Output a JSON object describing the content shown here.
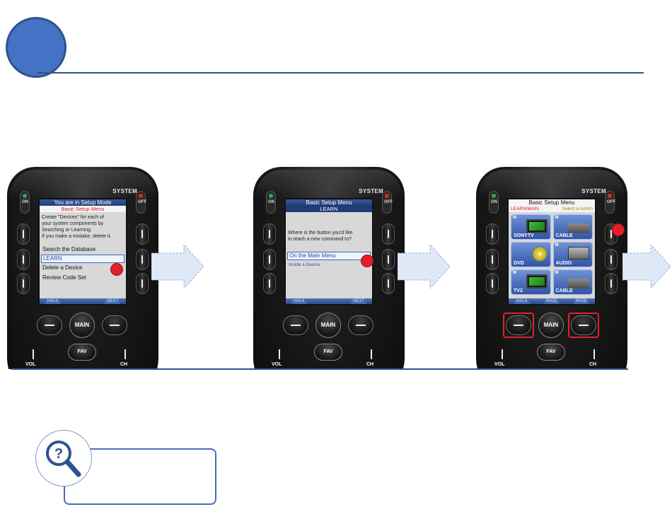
{
  "remotes": [
    {
      "system_label": "SYSTEM",
      "on_label": "ON",
      "off_label": "OFF",
      "screen_title": "You are in Setup Mode",
      "screen_subtitle": "Basic Setup Menu",
      "body_lines": [
        "Create \"Devices\" for each of",
        "your system components by",
        "Searching or Learning.",
        "If you make a mistake, delete it."
      ],
      "menu_items": [
        "Search the Database",
        "LEARN",
        "Delete a Device",
        "Review Code Set"
      ],
      "selected_item": "LEARN",
      "bottom_left": "HALX",
      "bottom_right": "NEXT",
      "main_label": "MAIN",
      "fav_label": "FAV",
      "vol_label": "VOL",
      "ch_label": "CH"
    },
    {
      "system_label": "SYSTEM",
      "on_label": "ON",
      "off_label": "OFF",
      "screen_title": "Basic Setup Menu",
      "screen_subtitle": "LEARN",
      "body_lines": [
        "Where is the button you'd like",
        "to teach a new command to?"
      ],
      "menu_items": [
        "On the Main Menu",
        "Inside a Device"
      ],
      "selected_item": "On the Main Menu",
      "bottom_left": "HALX",
      "bottom_right": "NEXT",
      "main_label": "MAIN",
      "fav_label": "FAV",
      "vol_label": "VOL",
      "ch_label": "CH"
    },
    {
      "system_label": "SYSTEM",
      "on_label": "ON",
      "off_label": "OFF",
      "screen_title": "Basic Setup Menu",
      "screen_subtitle_left": "LEARN/MAIN",
      "screen_subtitle_right": "Select a button",
      "tiles": [
        {
          "label": "SONYTV",
          "badge": "M",
          "pic": "tv"
        },
        {
          "label": "CABLE",
          "badge": "M",
          "pic": "box"
        },
        {
          "label": "DVD",
          "badge": "",
          "pic": "disc"
        },
        {
          "label": "AUDIO",
          "badge": "M",
          "pic": "amp"
        },
        {
          "label": "TV2",
          "badge": "M",
          "pic": "tv"
        },
        {
          "label": "CABLE",
          "badge": "M",
          "pic": "box"
        }
      ],
      "bottom_left": "HALX",
      "bottom_mid": "PAGE",
      "bottom_right": "PAGE",
      "main_label": "MAIN",
      "fav_label": "FAV",
      "vol_label": "VOL",
      "ch_label": "CH"
    }
  ],
  "colors": {
    "accent": "#4472c4",
    "rule": "#2f528f",
    "highlight": "#e3202a",
    "arrow": "#dbe5f5"
  },
  "help_icon": "magnifier-question-icon"
}
